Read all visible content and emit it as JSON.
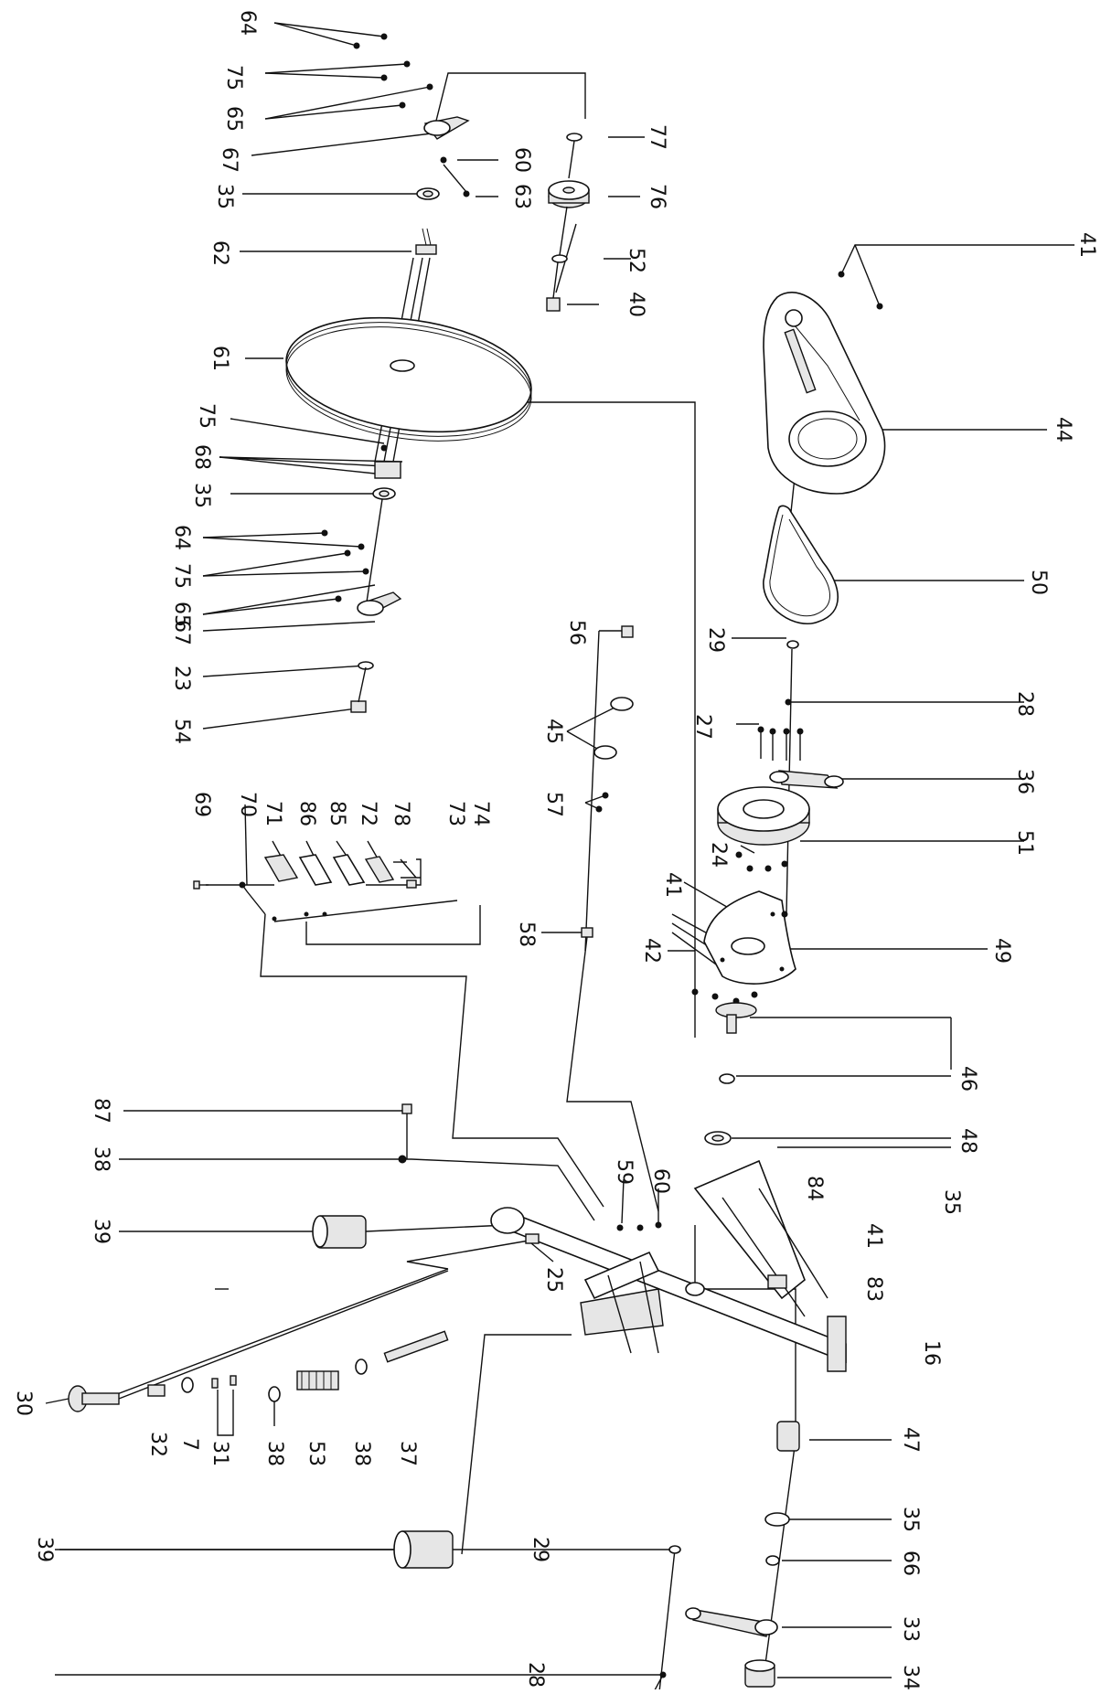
{
  "diagram": {
    "callouts": [
      "64",
      "75",
      "65",
      "67",
      "35",
      "60",
      "63",
      "62",
      "61",
      "75",
      "68",
      "35",
      "64",
      "75",
      "65",
      "67",
      "23",
      "54",
      "77",
      "76",
      "52",
      "40",
      "41",
      "44",
      "50",
      "29",
      "28",
      "27",
      "36",
      "51",
      "24",
      "41",
      "49",
      "42",
      "46",
      "48",
      "35",
      "56",
      "45",
      "57",
      "58",
      "69",
      "70",
      "71",
      "86",
      "85",
      "72",
      "78",
      "73",
      "74",
      "87",
      "38",
      "39",
      "59",
      "60",
      "25",
      "84",
      "41",
      "83",
      "16",
      "30",
      "32",
      "7",
      "31",
      "38",
      "53",
      "38",
      "37",
      "47",
      "35",
      "39",
      "29",
      "66",
      "33",
      "28",
      "34"
    ]
  }
}
